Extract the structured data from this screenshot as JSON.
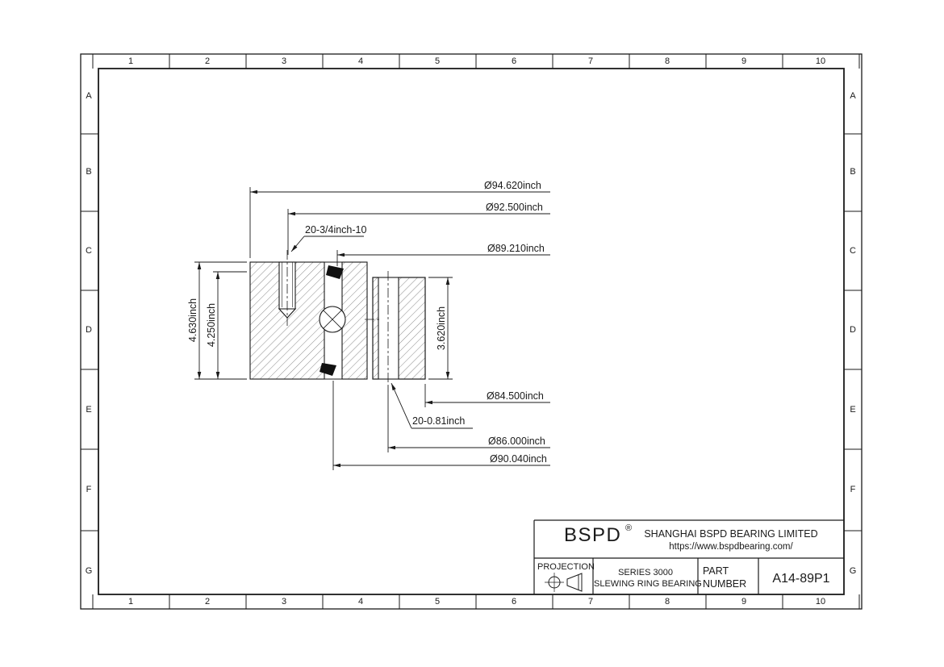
{
  "sheet": {
    "grid": {
      "columns": [
        "1",
        "2",
        "3",
        "4",
        "5",
        "6",
        "7",
        "8",
        "9",
        "10"
      ],
      "rows": [
        "A",
        "B",
        "C",
        "D",
        "E",
        "F",
        "G"
      ]
    }
  },
  "dimensions": {
    "outer_dia": "Ø94.620inch",
    "mount_circle_top": "Ø92.500inch",
    "tapped_holes": "20-3/4inch-10",
    "raceway_dia_top": "Ø89.210inch",
    "height_total": "4.630inch",
    "height_inner": "4.250inch",
    "height_outer": "3.620inch",
    "inner_dia": "Ø84.500inch",
    "through_holes": "20-0.81inch",
    "mount_circle_bottom": "Ø86.000inch",
    "raceway_dia_bottom": "Ø90.040inch"
  },
  "title_block": {
    "brand": "BSPD",
    "registered_mark": "®",
    "company": "SHANGHAI BSPD BEARING LIMITED",
    "website": "https://www.bspdbearing.com/",
    "projection_label": "PROJECTION",
    "series_line1": "SERIES 3000",
    "series_line2": "SLEWING RING BEARING",
    "part_label_line1": "PART",
    "part_label_line2": "NUMBER",
    "part_number": "A14-89P1"
  }
}
